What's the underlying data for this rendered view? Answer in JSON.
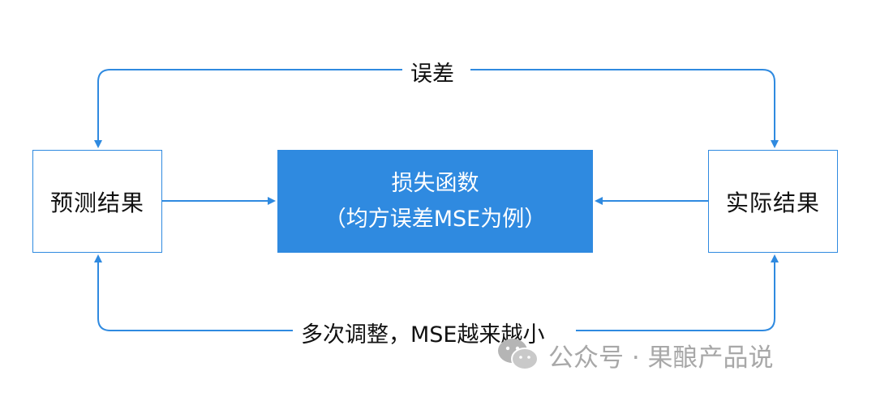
{
  "nodes": {
    "prediction": "预测结果",
    "actual": "实际结果",
    "loss_line1": "损失函数",
    "loss_line2": "（均方误差MSE为例）"
  },
  "edges": {
    "top_label": "误差",
    "bottom_label": "多次调整，MSE越来越小"
  },
  "watermark": {
    "icon": "wechat-icon",
    "text": "公众号 · 果酿产品说"
  },
  "colors": {
    "accent": "#2f8ae0",
    "watermark": "#a8a8a8"
  }
}
